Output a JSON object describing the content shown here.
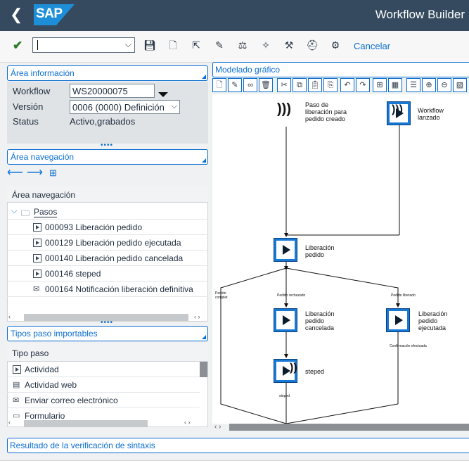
{
  "header": {
    "back_glyph": "❮",
    "logo_text": "SAP",
    "title": "Workflow Builder"
  },
  "toolbar": {
    "command_value": "",
    "cancel_label": "Cancelar"
  },
  "info_area": {
    "title": "Área información",
    "workflow_label": "Workflow",
    "workflow_value": "WS20000075",
    "version_label": "Versión",
    "version_value": "0006 (0000) Definición",
    "status_label": "Status",
    "status_value": "Activo,grabados"
  },
  "nav_area": {
    "title": "Área navegación",
    "column_header": "Área navegación",
    "root_label": "Pasos",
    "items": [
      {
        "label": "000093 Liberación pedido",
        "icon": "activity-step-icon"
      },
      {
        "label": "000129 Liberación pedido ejecutada",
        "icon": "activity-step-icon"
      },
      {
        "label": "000140 Liberación pedido cancelada",
        "icon": "activity-step-icon"
      },
      {
        "label": "000146 steped",
        "icon": "event-step-icon"
      },
      {
        "label": "000164 Notificación liberación definitiva",
        "icon": "mail-step-icon"
      }
    ]
  },
  "step_types": {
    "title": "Tipos paso importables",
    "column_header": "Tipo paso",
    "items": [
      {
        "label": "Actividad",
        "icon": "activity-icon"
      },
      {
        "label": "Actividad web",
        "icon": "web-activity-icon"
      },
      {
        "label": "Enviar correo electrónico",
        "icon": "email-icon"
      },
      {
        "label": "Formulario",
        "icon": "form-icon"
      }
    ]
  },
  "graphic": {
    "title": "Modelado gráfico",
    "nodes": {
      "start_event": "Paso de liberación para pedido creado",
      "workflow_started": "Workflow lanzado",
      "release": "Liberación pedido",
      "cancelled": "Liberación pedido cancelada",
      "executed": "Liberación pedido ejecutada",
      "steped": "steped"
    },
    "edge_labels": {
      "completed": "Pedido complet",
      "rejected": "Pedido rechazado",
      "released": "Pedido liberado",
      "confirmation": "Confirmación efectuada",
      "steped_out": "steped"
    }
  },
  "syntax_area": {
    "title": "Resultado de la verificación de sintaxis"
  },
  "colors": {
    "shell_header": "#354a5f",
    "accent": "#0a6ed1",
    "node_blue": "#1779d6"
  }
}
